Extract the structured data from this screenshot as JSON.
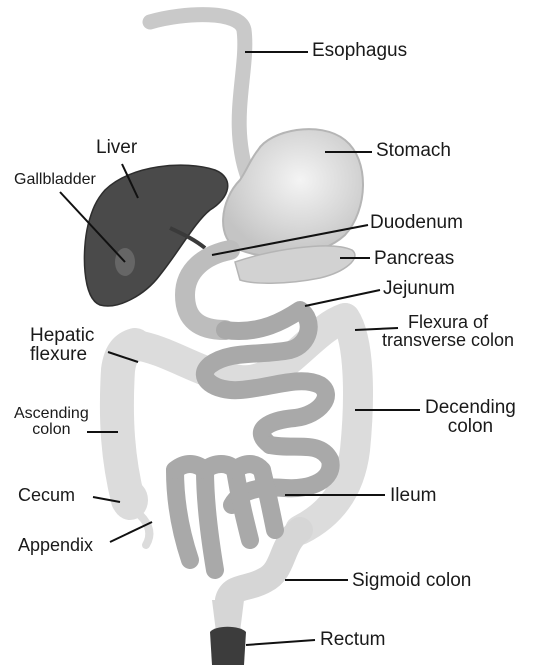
{
  "labels": {
    "esophagus": "Esophagus",
    "liver": "Liver",
    "gallbladder": "Gallbladder",
    "stomach": "Stomach",
    "duodenum": "Duodenum",
    "pancreas": "Pancreas",
    "jejunum": "Jejunum",
    "hepatic_flexure": "Hepatic\nflexure",
    "flexura_transverse": "Flexura of\ntransverse colon",
    "ascending_colon": "Ascending\ncolon",
    "descending_colon": "Decending\ncolon",
    "cecum": "Cecum",
    "ileum": "Ileum",
    "appendix": "Appendix",
    "sigmoid_colon": "Sigmoid colon",
    "rectum": "Rectum"
  },
  "colors": {
    "liver": "#4a4a4a",
    "stomach": "#cfcfcf",
    "colon": "#dcdcdc",
    "small_intestine": "#a9a9a9",
    "rectum": "#3c3c3c",
    "leader": "#111111"
  }
}
